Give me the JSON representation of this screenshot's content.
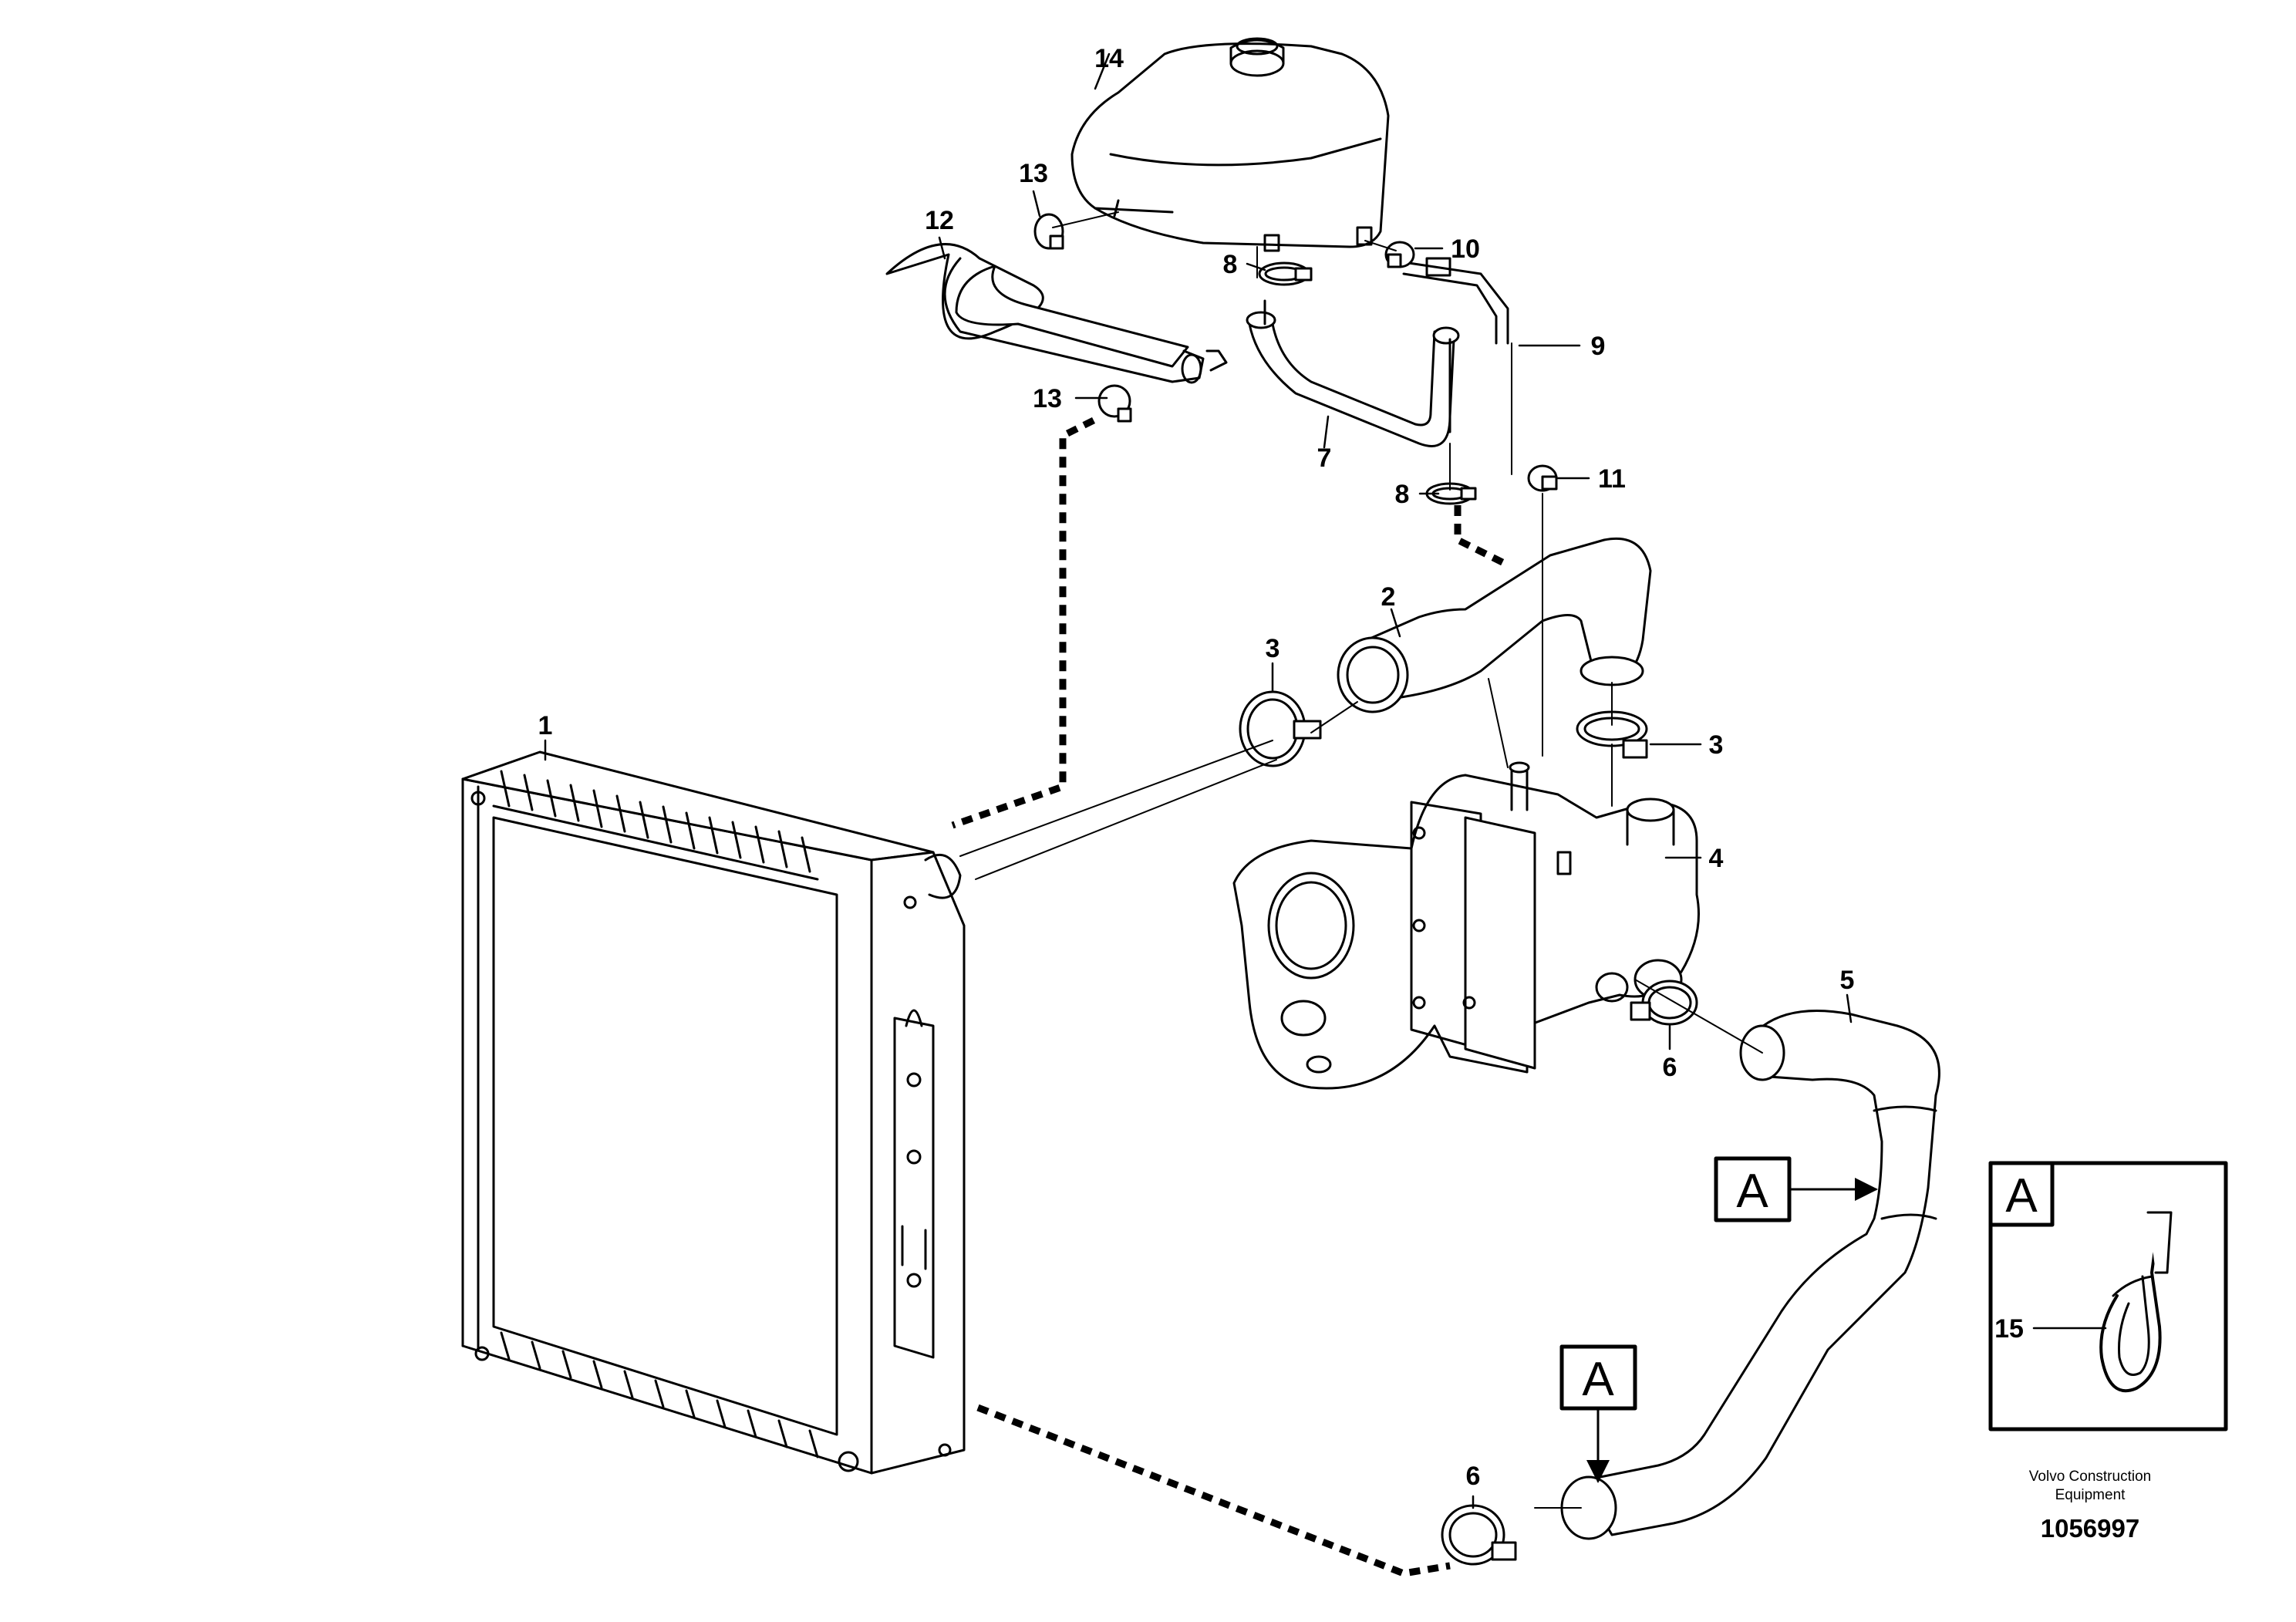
{
  "callouts": [
    {
      "id": "label-1",
      "text": "1"
    },
    {
      "id": "label-2",
      "text": "2"
    },
    {
      "id": "label-3a",
      "text": "3"
    },
    {
      "id": "label-3b",
      "text": "3"
    },
    {
      "id": "label-4",
      "text": "4"
    },
    {
      "id": "label-5",
      "text": "5"
    },
    {
      "id": "label-6a",
      "text": "6"
    },
    {
      "id": "label-6b",
      "text": "6"
    },
    {
      "id": "label-7",
      "text": "7"
    },
    {
      "id": "label-8a",
      "text": "8"
    },
    {
      "id": "label-8b",
      "text": "8"
    },
    {
      "id": "label-9",
      "text": "9"
    },
    {
      "id": "label-10",
      "text": "10"
    },
    {
      "id": "label-11",
      "text": "11"
    },
    {
      "id": "label-12",
      "text": "12"
    },
    {
      "id": "label-13a",
      "text": "13"
    },
    {
      "id": "label-13b",
      "text": "13"
    },
    {
      "id": "label-14",
      "text": "14"
    },
    {
      "id": "label-15",
      "text": "15"
    }
  ],
  "detail_marker": "A",
  "detail_inset": {
    "letter": "A",
    "part_label": "15"
  },
  "company_line1": "Volvo Construction",
  "company_line2": "Equipment",
  "drawing_number": "1056997"
}
